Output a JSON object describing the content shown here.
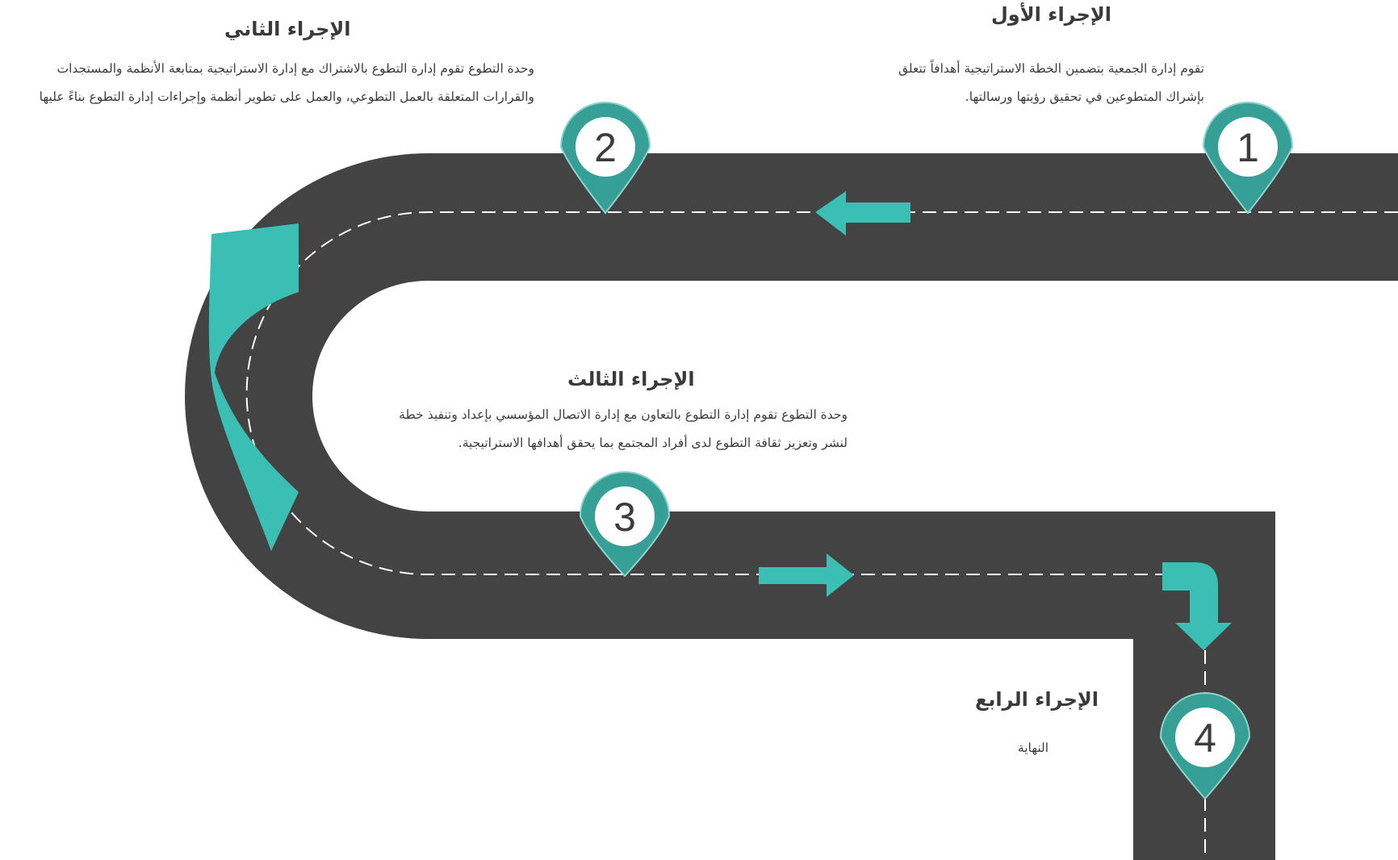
{
  "steps": [
    {
      "number": "1",
      "title": "الإجراء الأول",
      "description": "تقوم إدارة الجمعية بتضمين الخطة الاستراتيجية أهدافاً تتعلق بإشراك المتطوعين في تحقيق رؤيتها ورسالتها."
    },
    {
      "number": "2",
      "title": "الإجراء الثاني",
      "description": "وحدة التطوع تقوم إدارة التطوع بالاشتراك مع إدارة الاستراتيجية بمتابعة الأنظمة والمستجدات والقرارات المتعلقة بالعمل التطوعي، والعمل على تطوير أنظمة وإجراءات إدارة التطوع بناءً عليها"
    },
    {
      "number": "3",
      "title": "الإجراء الثالث",
      "description": "وحدة التطوع تقوم إدارة التطوع بالتعاون مع إدارة الاتصال المؤسسي بإعداد وتنفيذ خطة لنشر وتعزيز ثقافة التطوع لدى أفراد المجتمع بما يحقق أهدافها الاستراتيجية."
    },
    {
      "number": "4",
      "title": "الإجراء الرابع",
      "description": "النهاية"
    }
  ],
  "colors": {
    "road": "#434343",
    "accent": "#3bbfb5",
    "pin": "#36a097",
    "pin_ring": "#8fd2cc",
    "lane": "#ffffff"
  },
  "icons": [
    "arrow-left-icon",
    "curved-arrow-down-icon",
    "arrow-right-icon",
    "turn-down-arrow-icon",
    "map-pin-icon"
  ]
}
